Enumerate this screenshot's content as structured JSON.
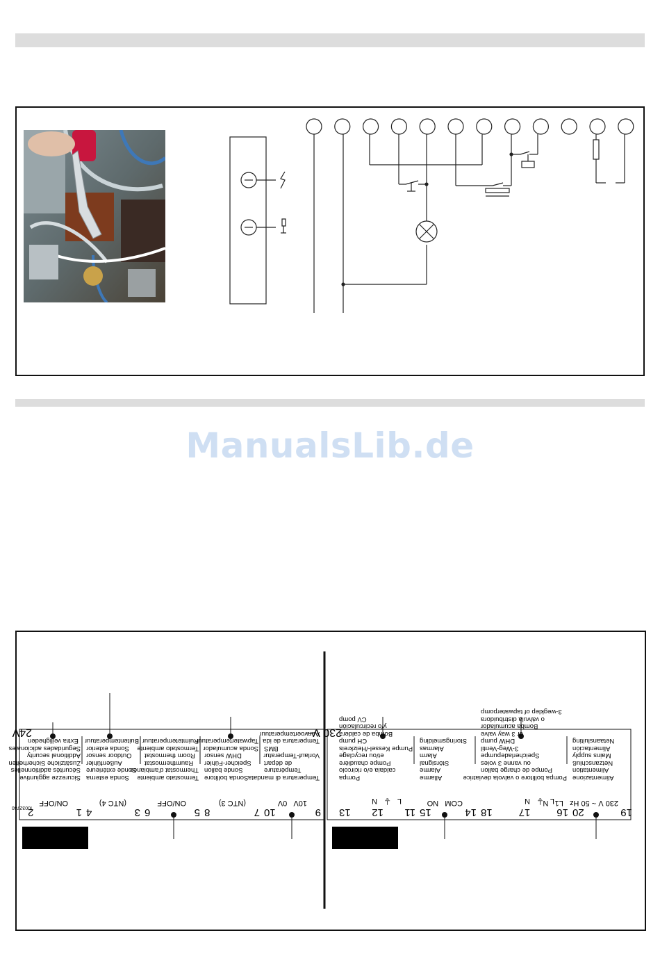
{
  "watermark": "ManualsLib.de",
  "top_panel": {
    "terminal_count": 12
  },
  "bottom_panel": {
    "left_block": {
      "voltage": "24V",
      "doc_code": "I0032740",
      "groups": [
        {
          "labels": [
            "Sicurezze aggiuntive",
            "Sécurités additionnelles",
            "Zusätzliche Sicherheiten",
            "Additional security",
            "Seguridades adicionales",
            "Extra veiligheden"
          ],
          "terminals": [
            "1",
            "2"
          ],
          "note": "ON/OFF"
        },
        {
          "labels": [
            "Sonda esterna",
            "Sonde extérieure",
            "Außenfühler",
            "Outdoor sensor",
            "Sonda exterior",
            "Buitentemperatuur"
          ],
          "terminals": [
            "3",
            "4"
          ],
          "note": "(NTC 4)"
        },
        {
          "labels": [
            "Termostato ambiente",
            "Thermostat d'ambiance",
            "Raumthermostat",
            "Room thermostat",
            "Termostato ambiente",
            "Ruimtetemperatuur"
          ],
          "terminals": [
            "5",
            "6"
          ],
          "note": "ON/OFF"
        },
        {
          "labels": [
            "Sonda bollitore",
            "Sonde ballon",
            "Speicher-Fühler",
            "DHW sensor",
            "Sonda acumulador",
            "Tapwatertemperatuur"
          ],
          "terminals": [
            "7",
            "8"
          ],
          "note": "(NTC 3)"
        },
        {
          "labels": [
            "Temperatura di mandata",
            "Température",
            "de départ",
            "Vorlauf-Temperatur",
            "BMS",
            "Temperatura de ida",
            "Aanvoertemperatuur"
          ],
          "terminals": [
            "9",
            "10"
          ],
          "note": "10V   0V"
        }
      ]
    },
    "right_block": {
      "voltage": "230 V~",
      "groups": [
        {
          "labels": [
            "Pompa",
            "caldaia e/o ricircolo",
            "Pompe chaudière",
            "et/ou recyclage",
            "Pumpe Kessel-/Heizkreis",
            "CH pump",
            "Bomba de caldera",
            "y/o recirculación",
            "CV pomp"
          ],
          "terminals": [
            "11",
            "12",
            "13"
          ],
          "note": "L   ⏚   N"
        },
        {
          "labels": [
            "Allarme",
            "Alarme",
            "Störsignal",
            "Alarm",
            "Alarmas",
            "Storingsmelding"
          ],
          "terminals": [
            "14",
            "15"
          ],
          "note": "COM   NO"
        },
        {
          "labels": [
            "Pompa bollitore o valvola deviatrice",
            "Pompe de charge ballon",
            "ou vanne 3 voies",
            "Speicherladepumpe",
            "3-Weg-Ventil",
            "DHW pump",
            "or 3 way valve",
            "Bomba acumulador",
            "o válvula distribuidora",
            "3-wegklep of tapwaterpomp"
          ],
          "terminals": [
            "16",
            "17",
            "18"
          ],
          "note": "L   ⏚   N"
        },
        {
          "labels": [
            "Alimentazione",
            "Alimentation",
            "Netzanschluß",
            "Mains supply",
            "Alimentación",
            "Netaansluiting"
          ],
          "terminals": [
            "19",
            "20"
          ],
          "note": "230 V ~ 50 Hz   L1   N"
        }
      ]
    }
  }
}
